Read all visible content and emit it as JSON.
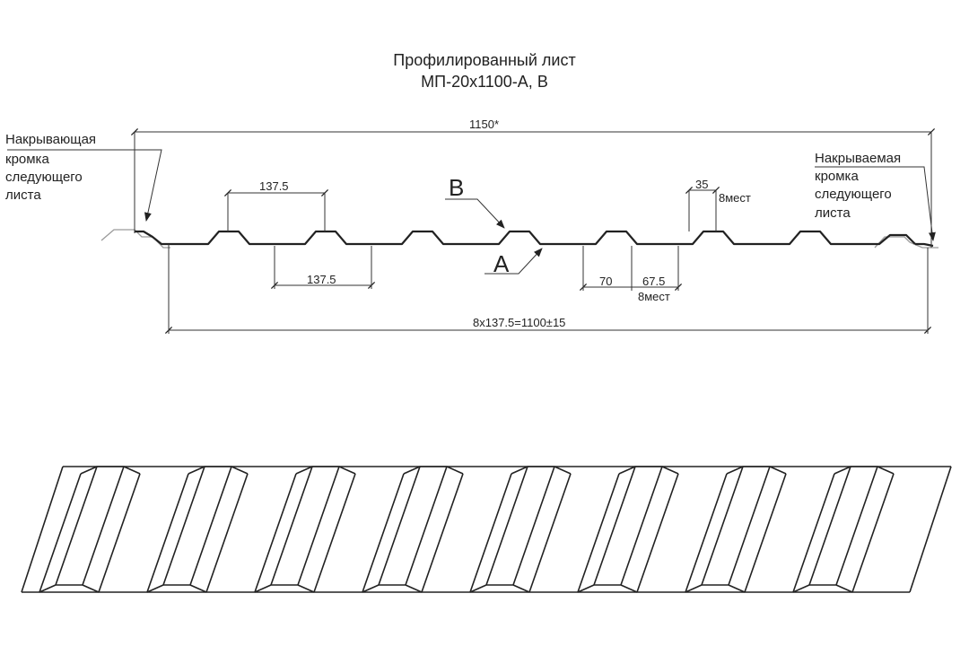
{
  "title": {
    "line1": "Профилированный лист",
    "line2": "МП-20х1100-А, В"
  },
  "labels": {
    "left_note": [
      "Накрывающая",
      "кромка",
      "следующего",
      "листа"
    ],
    "right_note": [
      "Накрываемая",
      "кромка",
      "следующего",
      "листа"
    ],
    "side_b": "B",
    "side_a": "A",
    "total_width": "1150*",
    "working_width": "8х137.5=1100±15",
    "pitch_top": "137.5",
    "pitch_bottom": "137.5",
    "crest_width": "35",
    "crest_count": "8мест",
    "trough_width": "70",
    "rib_step": "67.5",
    "rib_count": "8мест"
  },
  "colors": {
    "line": "#222222",
    "thin": "#333333",
    "ghost": "#9a9a9a"
  }
}
